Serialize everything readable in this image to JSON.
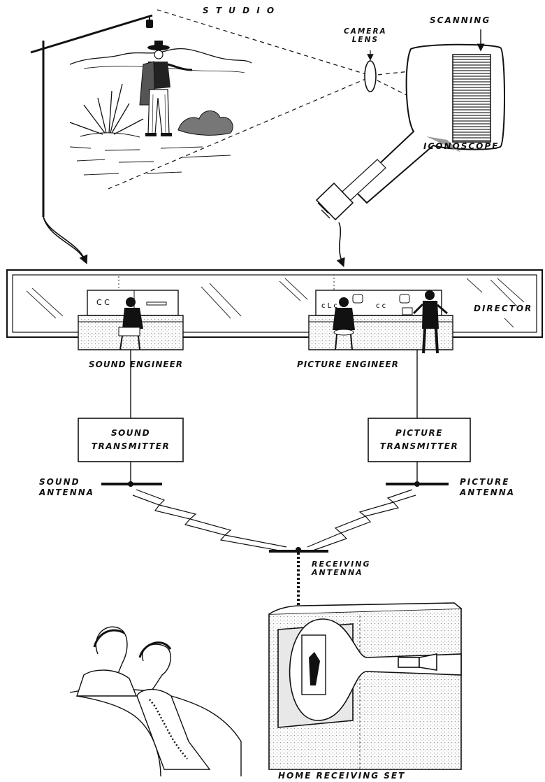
{
  "labels": {
    "studio": "S T U D I O",
    "camera_lens": "CAMERA\nLENS",
    "scanning": "SCANNING",
    "iconoscope": "ICONOSCOPE",
    "director": "DIRECTOR",
    "sound_engineer": "SOUND ENGINEER",
    "picture_engineer": "PICTURE ENGINEER",
    "sound_transmitter": "SOUND\nTRANSMITTER",
    "picture_transmitter": "PICTURE\nTRANSMITTER",
    "sound_antenna": "SOUND\nANTENNA",
    "picture_antenna": "PICTURE\nANTENNA",
    "receiving_antenna": "RECEIVING\nANTENNA",
    "home_receiving_set": "HOME RECEIVING SET"
  },
  "colors": {
    "ink": "#111111",
    "stipple": "#cfcfcf",
    "panel": "#e6e6e6"
  }
}
